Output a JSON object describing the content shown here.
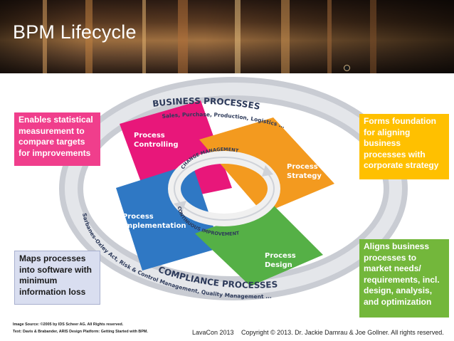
{
  "slide": {
    "title": "BPM Lifecycle"
  },
  "diagram": {
    "outer_ring_top_title": "BUSINESS PROCESSES",
    "outer_ring_top_subtitle": "Sales, Purchase, Production, Logistics ...",
    "outer_ring_bottom_title": "COMPLIANCE PROCESSES",
    "outer_ring_bottom_subtitle": "Sarbanes-Oxley Act, Risk & Control Management, Quality Management ...",
    "quadrants": {
      "controlling": {
        "line1": "Process",
        "line2": "Controlling",
        "color": "#e8177a"
      },
      "strategy": {
        "line1": "Process",
        "line2": "Strategy",
        "color": "#f39a1f"
      },
      "implementation": {
        "line1": "Process",
        "line2": "Implementation",
        "color": "#2f78c4"
      },
      "design": {
        "line1": "Process",
        "line2": "Design",
        "color": "#55b046"
      }
    },
    "inner_ring_top": "CHANGE MANAGEMENT",
    "inner_ring_bottom": "CONTINUOUS IMPROVEMENT"
  },
  "callouts": {
    "controlling": {
      "lines": [
        "Enables statistical",
        "measurement to",
        "compare targets",
        "for improvements"
      ]
    },
    "strategy": {
      "lines": [
        "Forms foundation",
        "for aligning",
        "business",
        "processes with",
        "corporate strategy"
      ]
    },
    "implementation": {
      "lines": [
        "Maps processes",
        "into software with",
        "minimum",
        "information loss"
      ]
    },
    "design": {
      "lines": [
        "Aligns business",
        "processes to",
        "market needs/",
        "requirements, incl.",
        "design, analysis,",
        "and optimization"
      ]
    }
  },
  "footer": {
    "image_source": "Image Source: ©2005 by IDS Scheer AG. All Rights reserved.",
    "text_source": "Text: Davis & Brabander, ARIS Design Platform: Getting Started with BPM.",
    "conference": "LavaCon 2013",
    "copyright": "Copyright © 2013. Dr. Jackie Damrau & Joe Gollner. All rights reserved."
  },
  "colors": {
    "pink_callout": "#f03e8c",
    "yellow_callout": "#ffc000",
    "blue_callout": "#d9def0",
    "green_callout": "#73b73b"
  }
}
